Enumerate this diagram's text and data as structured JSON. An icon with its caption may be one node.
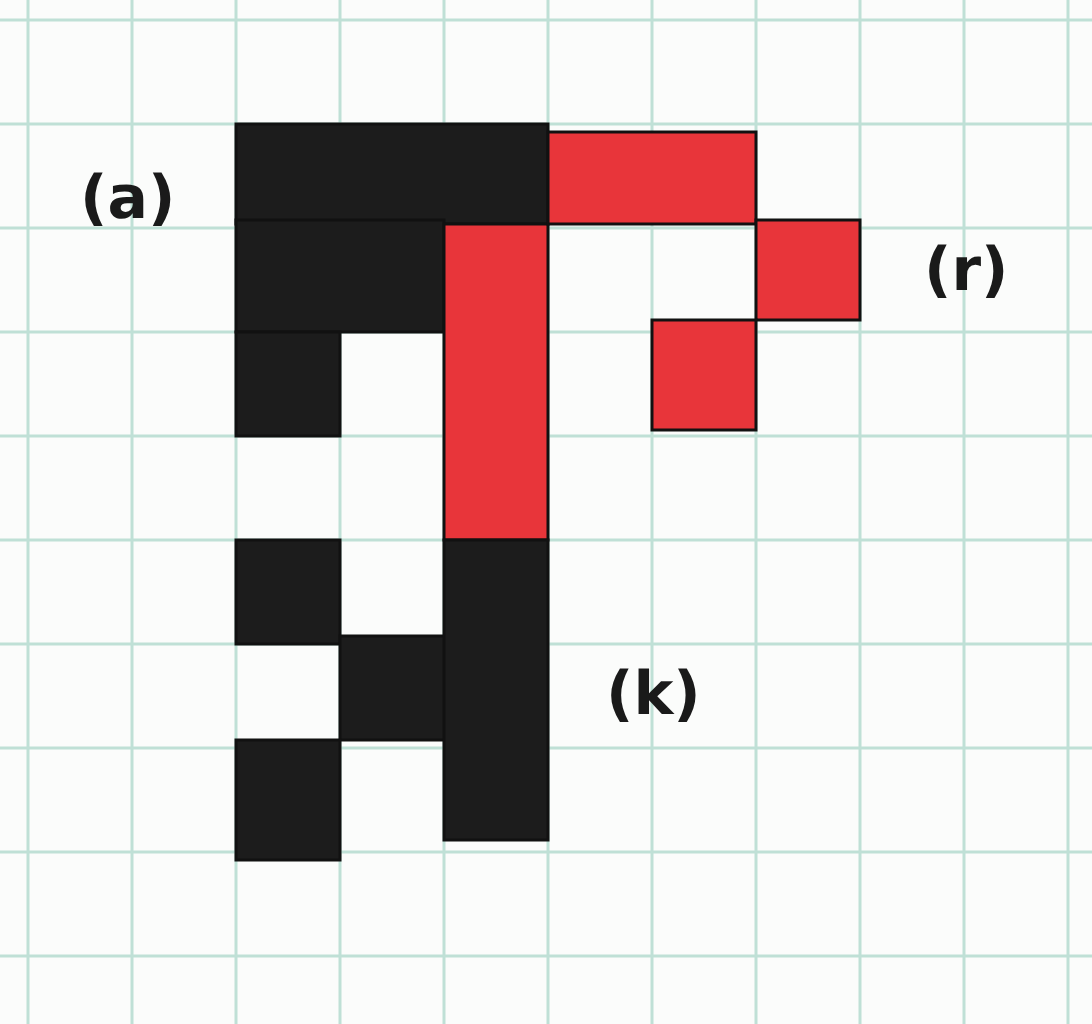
{
  "diagram": {
    "labels": [
      "(a)",
      "(r)",
      "(k)"
    ]
  }
}
